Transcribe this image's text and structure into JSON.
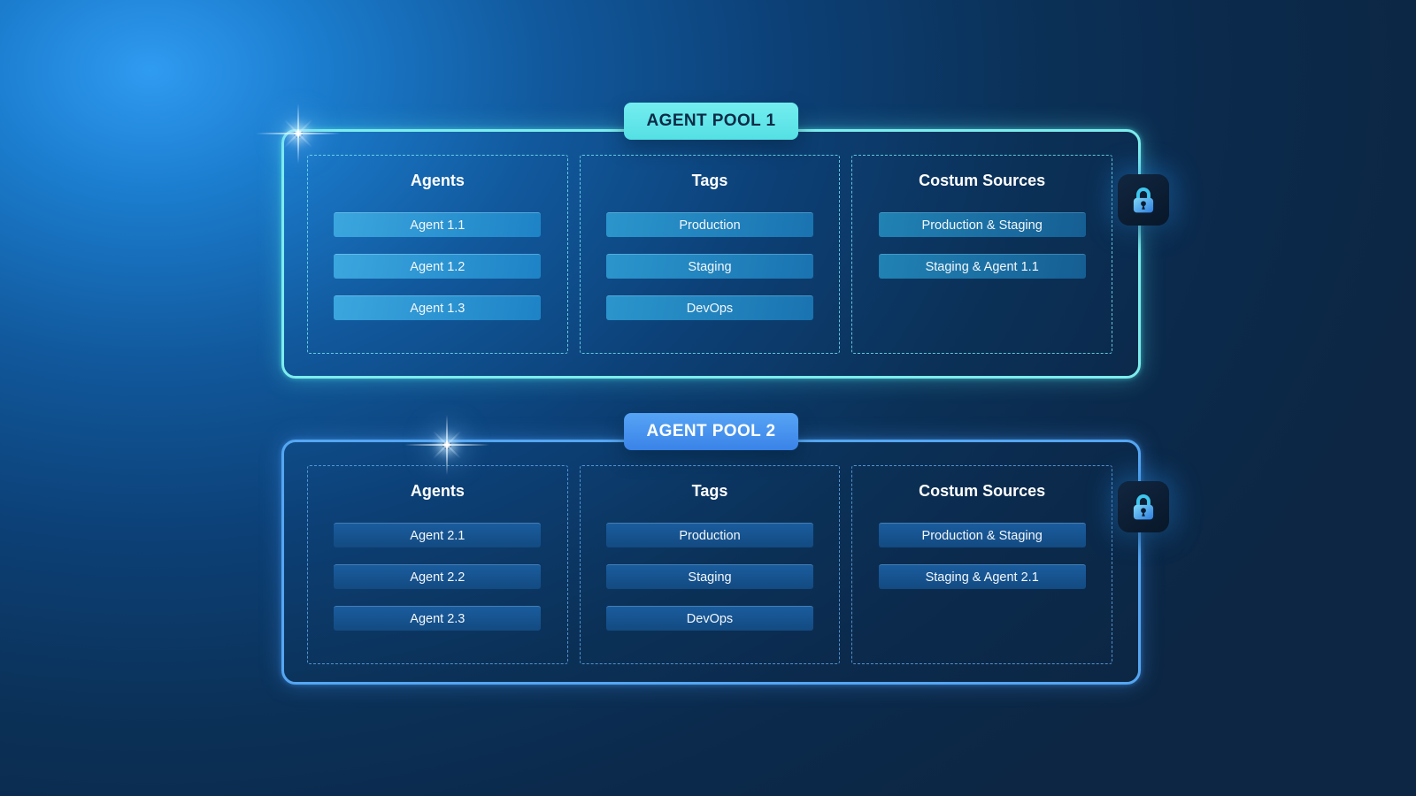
{
  "colors": {
    "pool1_border": "#7DECEC",
    "pool1_badge_bg": "#5FE5E7",
    "pool1_badge_text": "#0A2B47",
    "pool2_border": "#55A6F2",
    "pool2_badge_bg": "#4493EF",
    "pool2_badge_text": "#FFFFFF",
    "background_dark": "#0B2A4C",
    "background_glow": "#2F9BF1",
    "lock_tile_bg": "#0B1C33",
    "lock_body_light": "#7FD9F7",
    "lock_body_dark": "#2E7BDE"
  },
  "pools": [
    {
      "title": "AGENT POOL 1",
      "sections": [
        {
          "title": "Agents",
          "items": [
            "Agent 1.1",
            "Agent 1.2",
            "Agent 1.3"
          ]
        },
        {
          "title": "Tags",
          "items": [
            "Production",
            "Staging",
            "DevOps"
          ]
        },
        {
          "title": "Costum Sources",
          "items": [
            "Production & Staging",
            "Staging & Agent 1.1"
          ]
        }
      ]
    },
    {
      "title": "AGENT POOL 2",
      "sections": [
        {
          "title": "Agents",
          "items": [
            "Agent 2.1",
            "Agent 2.2",
            "Agent 2.3"
          ]
        },
        {
          "title": "Tags",
          "items": [
            "Production",
            "Staging",
            "DevOps"
          ]
        },
        {
          "title": "Costum Sources",
          "items": [
            "Production & Staging",
            "Staging & Agent 2.1"
          ]
        }
      ]
    }
  ]
}
